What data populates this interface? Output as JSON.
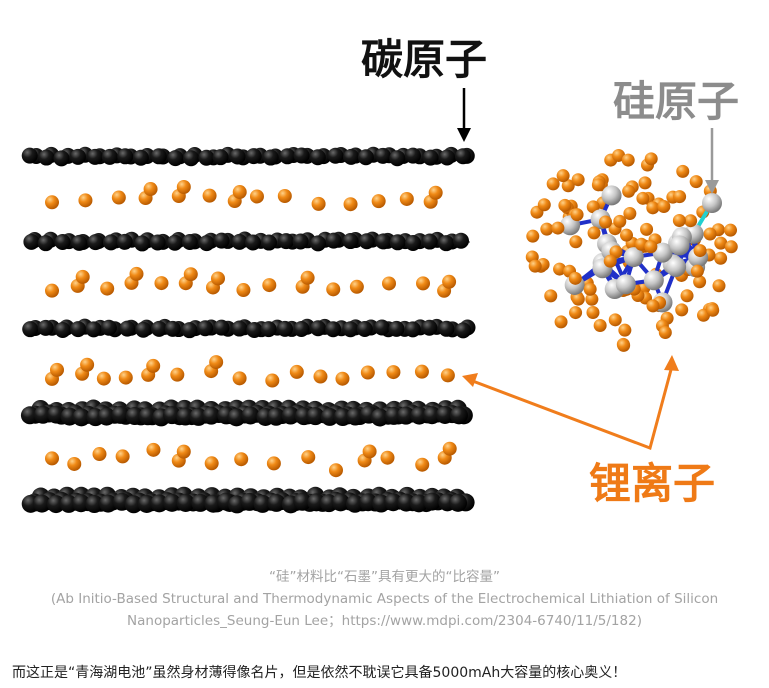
{
  "figure": {
    "label_carbon": "碳原子",
    "label_silicon": "硅原子",
    "label_lithium": "锂离子",
    "colors": {
      "carbon": "#111111",
      "silicon": "#c8c8c8",
      "lithium": "#ee8a1a",
      "bond": "#2030c8",
      "arrow_black": "#000000",
      "arrow_gray": "#9a9a9a",
      "arrow_orange": "#f07d1c",
      "label_silicon_color": "#8c8c8c",
      "label_lithium_color": "#ef7a16"
    }
  },
  "caption": {
    "line1": "“硅”材料比“石墨”具有更大的“比容量”",
    "line2": "(Ab Initio-Based Structural and Thermodynamic Aspects of the Electrochemical Lithiation of Silicon",
    "line3": "Nanoparticles_Seung-Eun Lee；https://www.mdpi.com/2304-6740/11/5/182)"
  },
  "body_text": "而这正是“青海湖电池”虽然身材薄得像名片，但是依然不耽误它具备5000mAh大容量的核心奥义！"
}
